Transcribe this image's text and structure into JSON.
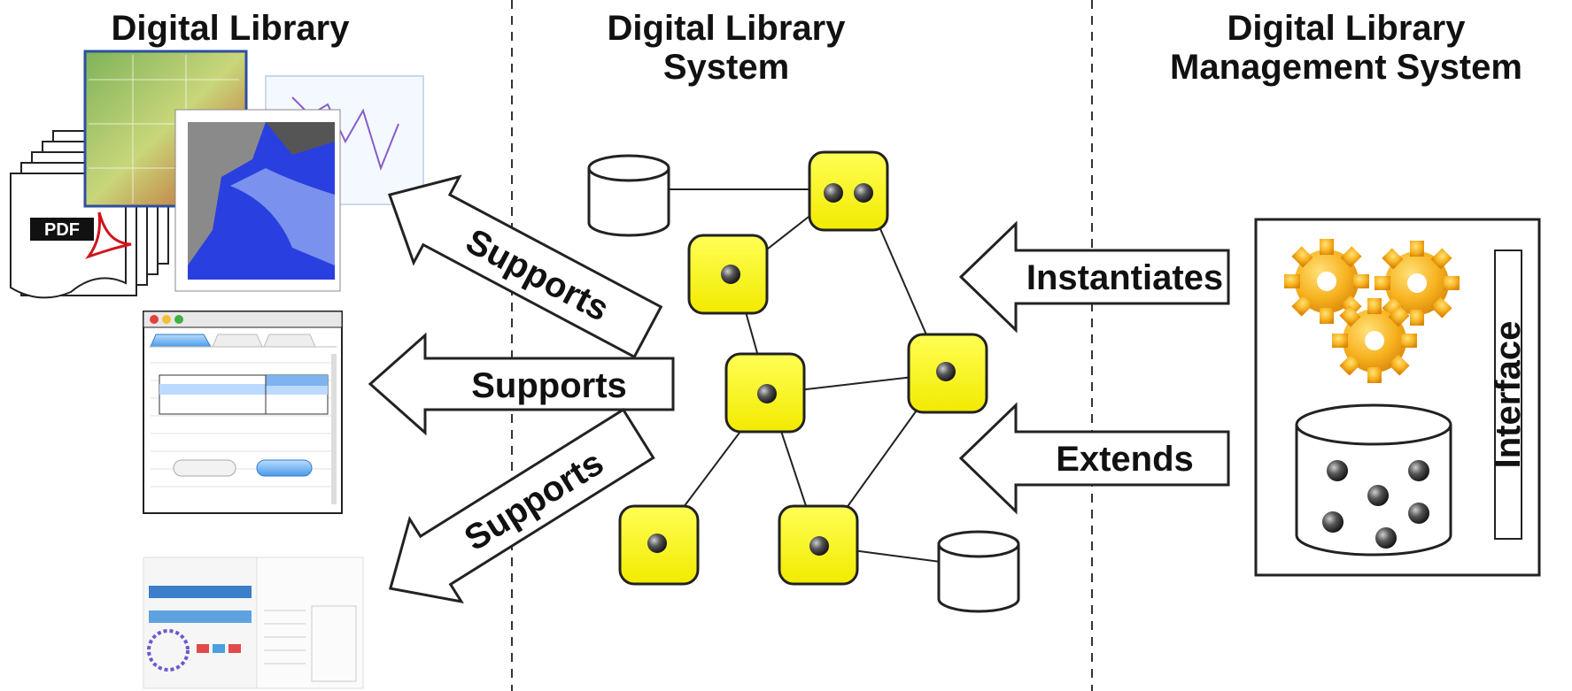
{
  "titles": {
    "digital_library": "Digital Library",
    "dl_system": "Digital Library\nSystem",
    "dlms": "Digital Library\nManagement System"
  },
  "arrows": {
    "supports_top": "Supports",
    "supports_mid": "Supports",
    "supports_bottom": "Supports",
    "instantiates": "Instantiates",
    "extends": "Extends"
  },
  "labels": {
    "pdf": "PDF",
    "interface": "Interface"
  },
  "colors": {
    "node_fill": "#ffff1a",
    "node_ball": "#333333",
    "gear": "#f5a623",
    "line": "#222222"
  }
}
